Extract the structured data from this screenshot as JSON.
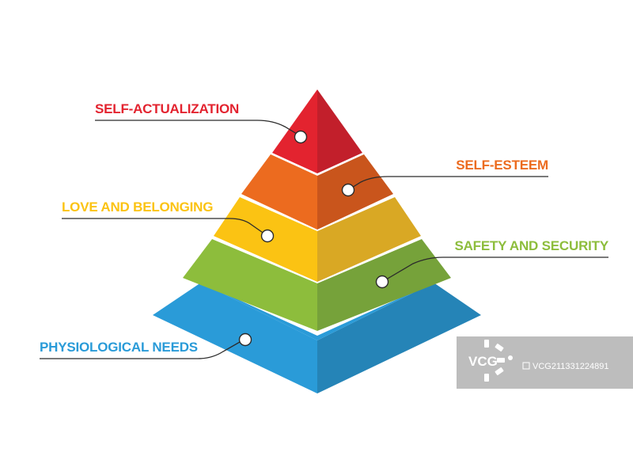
{
  "levels": [
    {
      "label": "SELF-ACTUALIZATION",
      "color": "#e3232f",
      "shade": "#c21f2b"
    },
    {
      "label": "SELF-ESTEEM",
      "color": "#ec6b1f",
      "shade": "#c9551c"
    },
    {
      "label": "LOVE AND BELONGING",
      "color": "#fbc313",
      "shade": "#d9a824"
    },
    {
      "label": "SAFETY AND SECURITY",
      "color": "#8dbd3c",
      "shade": "#76a23a"
    },
    {
      "label": "PHYSIOLOGICAL NEEDS",
      "color": "#2a9bd8",
      "shade": "#2584b7"
    }
  ],
  "watermark": {
    "brand": "VCG",
    "id": "VCG211331224891",
    "bg_color": "#bdbdbd",
    "icon": "vcg-logo-icon"
  }
}
